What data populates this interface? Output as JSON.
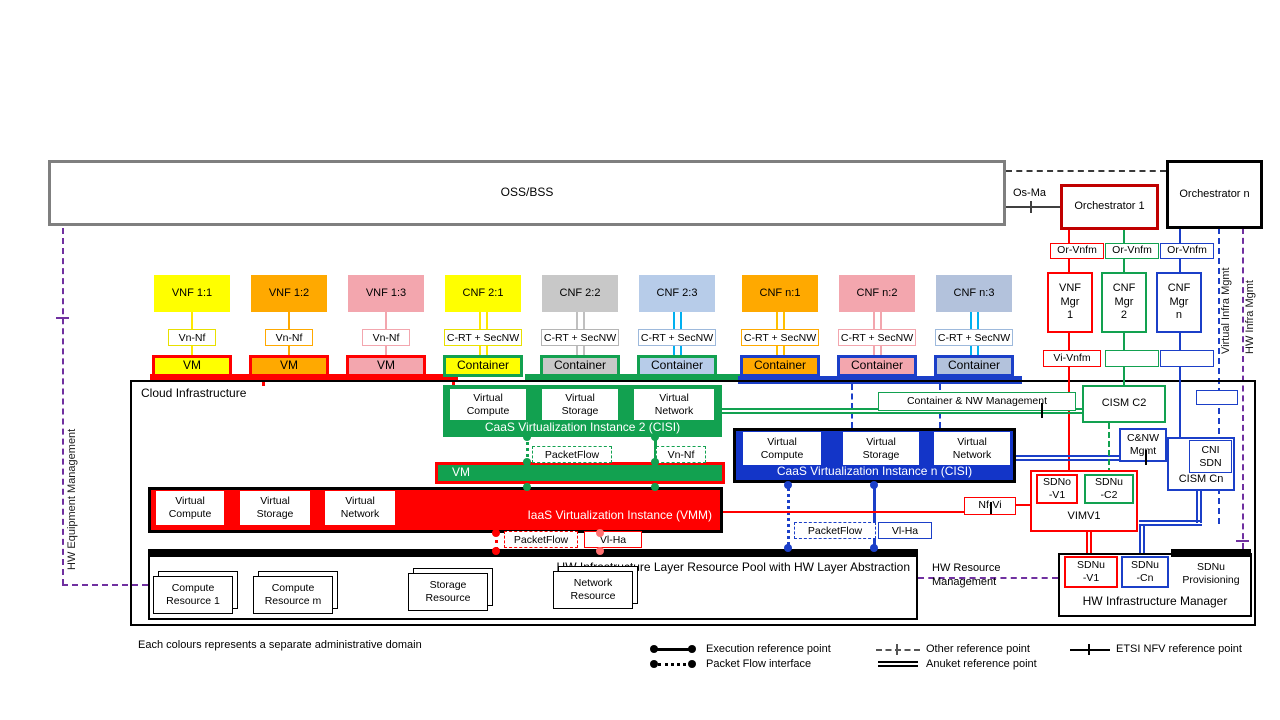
{
  "palette": {
    "yellow": "#FFFF00",
    "orange": "#FFA900",
    "pink": "#F3A6AE",
    "gray_fill": "#C8C8C8",
    "light_blue": "#B7CCE9",
    "steel_blue": "#B3C2DC",
    "cyan": "#00B0F0",
    "green": "#12A150",
    "blue_line": "#1B3FC8",
    "blue_fill": "#1335C8",
    "red": "#FF0000",
    "dark_red": "#C00000",
    "purple": "#7030A0",
    "oss_border": "#7F7F7F"
  },
  "top": {
    "oss_bss": "OSS/BSS",
    "os_ma": "Os-Ma",
    "orchestrator_1": "Orchestrator 1",
    "orchestrator_n": "Orchestrator n"
  },
  "managers": {
    "or_vnfm_1": "Or-Vnfm",
    "or_vnfm_2": "Or-Vnfm",
    "or_vnfm_3": "Or-Vnfm",
    "vnf_mgr_1": "VNF\nMgr\n1",
    "cnf_mgr_2": "CNF\nMgr\n2",
    "cnf_mgr_n": "CNF\nMgr\nn",
    "vi_vnfm": "Vi-Vnfm"
  },
  "nf_columns": [
    {
      "label": "VNF 1:1",
      "fill": "#FFFF00",
      "line": "#FFE800",
      "ref": "Vn-Nf",
      "ref_border": "#E8E000",
      "host": "VM",
      "host_border": "#FF0000"
    },
    {
      "label": "VNF 1:2",
      "fill": "#FFA900",
      "line": "#FFA900",
      "ref": "Vn-Nf",
      "ref_border": "#FFA900",
      "host": "VM",
      "host_border": "#FF0000"
    },
    {
      "label": "VNF 1:3",
      "fill": "#F3A6AE",
      "line": "#F3A6AE",
      "ref": "Vn-Nf",
      "ref_border": "#F3A6AE",
      "host": "VM",
      "host_border": "#FF0000"
    },
    {
      "label": "CNF 2:1",
      "fill": "#FFFF00",
      "line": "#FFE800",
      "ref": "C-RT + SecNW",
      "ref_border": "#E8E000",
      "host": "Container",
      "host_border": "#12A150"
    },
    {
      "label": "CNF 2:2",
      "fill": "#C8C8C8",
      "line": "#C0C0C0",
      "ref": "C-RT + SecNW",
      "ref_border": "#B5B5B5",
      "host": "Container",
      "host_border": "#12A150"
    },
    {
      "label": "CNF 2:3",
      "fill": "#B7CCE9",
      "line": "#00B0F0",
      "ref": "C-RT + SecNW",
      "ref_border": "#9DB9DC",
      "host": "Container",
      "host_border": "#12A150"
    },
    {
      "label": "CNF n:1",
      "fill": "#FFA900",
      "line": "#FFC000",
      "ref": "C-RT + SecNW",
      "ref_border": "#FFA900",
      "host": "Container",
      "host_border": "#1B3FC8"
    },
    {
      "label": "CNF n:2",
      "fill": "#F3A6AE",
      "line": "#F3A6AE",
      "ref": "C-RT + SecNW",
      "ref_border": "#F3A6AE",
      "host": "Container",
      "host_border": "#1B3FC8"
    },
    {
      "label": "CNF n:3",
      "fill": "#B3C2DC",
      "line": "#00B0F0",
      "ref": "C-RT + SecNW",
      "ref_border": "#9DB9DC",
      "host": "Container",
      "host_border": "#1B3FC8"
    }
  ],
  "cloud": {
    "title": "Cloud Infrastructure"
  },
  "caas2": {
    "comp_1": "Virtual\nCompute",
    "comp_2": "Virtual\nStorage",
    "comp_3": "Virtual\nNetwork",
    "title": "CaaS Virtualization Instance 2 (CISI)",
    "packetflow": "PacketFlow",
    "vn_nf": "Vn-Nf",
    "vm": "VM"
  },
  "iaas": {
    "comp_1": "Virtual\nCompute",
    "comp_2": "Virtual\nStorage",
    "comp_3": "Virtual\nNetwork",
    "title": "IaaS Virtualization Instance (VMM)",
    "packetflow": "PacketFlow",
    "vl_ha": "Vl-Ha"
  },
  "caasn": {
    "comp_1": "Virtual\nCompute",
    "comp_2": "Virtual\nStorage",
    "comp_3": "Virtual\nNetwork",
    "title": "CaaS Virtualization Instance n (CISI)",
    "packetflow": "PacketFlow",
    "vl_ha": "Vl-Ha"
  },
  "hw_pool": {
    "title": "HW Infrastructure Layer Resource Pool with HW Layer Abstraction",
    "res_1": "Compute\nResource 1",
    "res_2": "Compute\nResource m",
    "res_3": "Storage\nResource",
    "res_4": "Network\nResource"
  },
  "right": {
    "container_nw": "Container & NW Management",
    "cism_c2": "CISM C2",
    "cnw_mgmt": "C&NW\nMgmt",
    "cni_sdn": "CNI\nSDN",
    "cism_cn": "CISM Cn",
    "sdno_v1": "SDNo\n-V1",
    "sdnu_c2": "SDNu\n-C2",
    "vim_v1": "VIMV1",
    "nf_vi": "Nf-Vi",
    "hw_resource_mgmt": "HW Resource\nManagement",
    "sdnu_v1": "SDNu\n-V1",
    "sdnu_cn": "SDNu\n-Cn",
    "sdnu_provisioning": "SDNu\nProvisioning",
    "hw_infra_manager": "HW Infrastructure Manager"
  },
  "vertical_labels": {
    "hw_equipment": "HW Equipment Management",
    "virtual_infra": "Virtual Infra Mgmt",
    "hw_infra": "HW Infra Mgmt"
  },
  "legend": {
    "note": "Each colours represents a separate administrative domain",
    "execution": "Execution reference point",
    "packet_flow": "Packet Flow interface",
    "other": "Other reference point",
    "anuket": "Anuket reference point",
    "etsi_nfv": "ETSI NFV reference point"
  }
}
